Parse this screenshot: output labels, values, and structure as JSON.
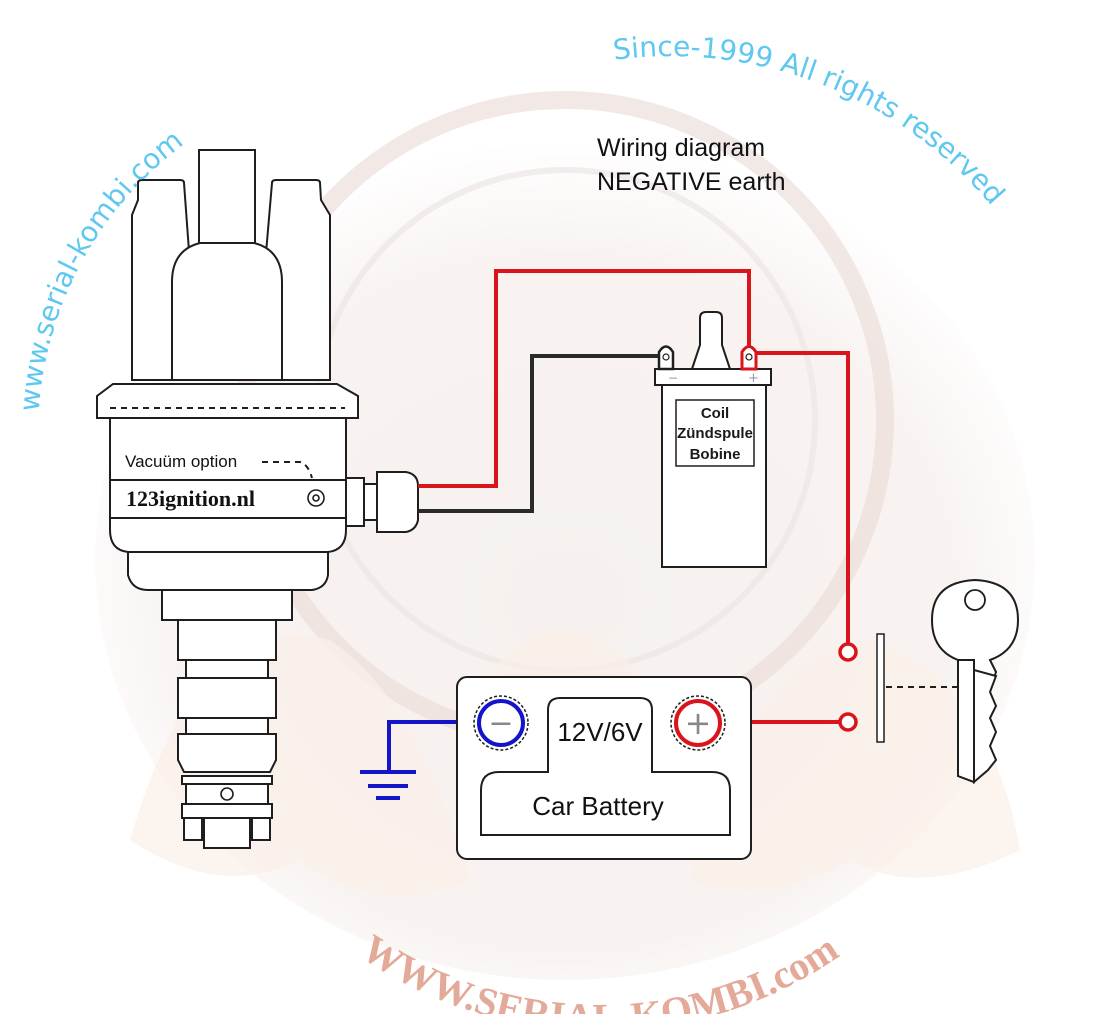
{
  "title": {
    "line1": "Wiring diagram",
    "line2": "NEGATIVE earth"
  },
  "distributor": {
    "brand": "123ignition.nl",
    "vacuum_label": "Vacuüm option"
  },
  "coil": {
    "labels": [
      "Coil",
      "Zündspule",
      "Bobine"
    ],
    "negative_symbol": "−",
    "positive_symbol": "+"
  },
  "battery": {
    "voltage": "12V/6V",
    "label": "Car Battery",
    "negative_symbol": "−",
    "positive_symbol": "+"
  },
  "watermark": {
    "site_arc": "www.serial-kombi.com",
    "since_arc": "Since-1999 All rights reserved",
    "logo_arc": "WWW.SERIAL-KOMBI.com"
  },
  "colors": {
    "positive_wire": "#d9141b",
    "negative_wire": "#2a2a2a",
    "ground_wire": "#1414c8",
    "watermark_blue": "#5ec8f0",
    "watermark_red": "#e9b7a9"
  },
  "icons": {
    "ground": "ground-symbol-icon",
    "key": "ignition-key-icon",
    "vacuum_port": "vacuum-port-icon"
  }
}
